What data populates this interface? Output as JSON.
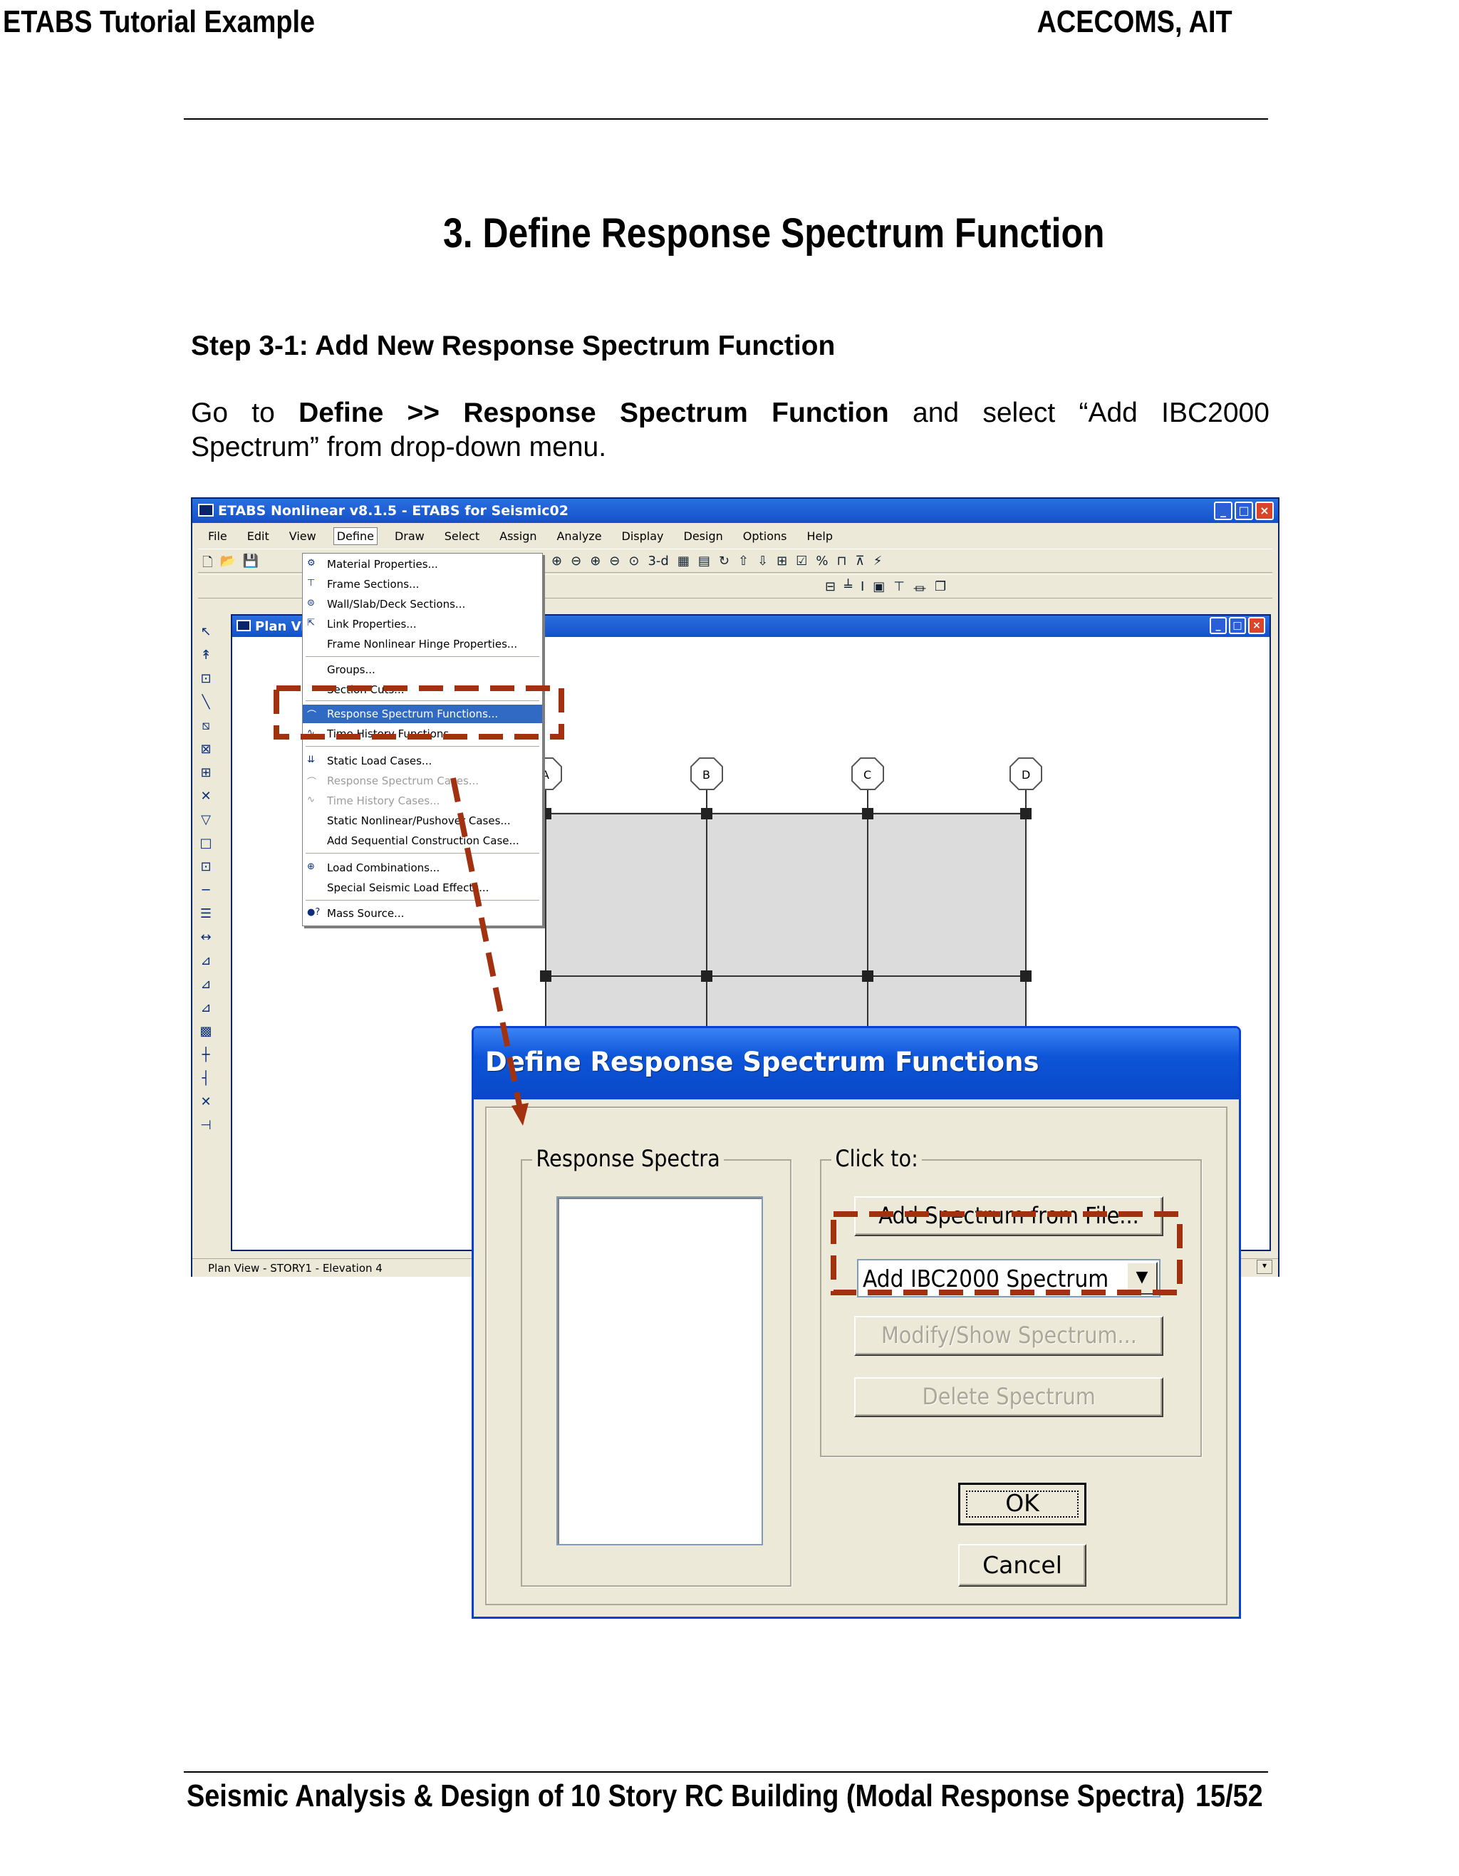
{
  "page": {
    "header_left": "ETABS Tutorial Example",
    "header_right": "ACECOMS, AIT",
    "section_title": "3.   Define Response Spectrum Function",
    "step_title": "Step 3-1: Add New Response Spectrum Function",
    "para_w1": "Go",
    "para_w2": "to",
    "para_bold": "Define",
    "para_sep": ">>",
    "para_bold2": "Response",
    "para_bold3": "Spectrum",
    "para_bold4": "Function",
    "para_w3": "and",
    "para_w4": "select",
    "para_w5": "“Add",
    "para_w6": "IBC2000",
    "para_line2": "Spectrum” from drop-down menu.",
    "footer_left": "Seismic Analysis & Design of 10 Story RC Building (Modal Response Spectra)",
    "footer_right": "15/52"
  },
  "etabs": {
    "window_title": "ETABS Nonlinear v8.1.5 - ETABS for Seismic02",
    "menu": [
      "File",
      "Edit",
      "View",
      "Define",
      "Draw",
      "Select",
      "Assign",
      "Analyze",
      "Display",
      "Design",
      "Options",
      "Help"
    ],
    "plan_title": "Plan Vi",
    "status_text": "Plan View - STORY1 - Elevation 4",
    "grid_labels": [
      "A",
      "B",
      "C",
      "D"
    ],
    "toolbar_text": "3-d"
  },
  "define_menu": {
    "items": [
      {
        "label": "Material Properties...",
        "state": "normal"
      },
      {
        "label": "Frame Sections...",
        "state": "normal"
      },
      {
        "label": "Wall/Slab/Deck Sections...",
        "state": "normal"
      },
      {
        "label": "Link Properties...",
        "state": "normal"
      },
      {
        "label": "Frame Nonlinear Hinge Properties...",
        "state": "normal"
      },
      {
        "label": "Groups...",
        "state": "normal"
      },
      {
        "label": "Section Cuts...",
        "state": "normal"
      },
      {
        "label": "Response Spectrum Functions...",
        "state": "selected"
      },
      {
        "label": "Time History Functions...",
        "state": "normal"
      },
      {
        "label": "Static Load Cases...",
        "state": "normal"
      },
      {
        "label": "Response Spectrum Cases...",
        "state": "disabled"
      },
      {
        "label": "Time History Cases...",
        "state": "disabled"
      },
      {
        "label": "Static Nonlinear/Pushover Cases...",
        "state": "normal"
      },
      {
        "label": "Add Sequential Construction Case...",
        "state": "normal"
      },
      {
        "label": "Load Combinations...",
        "state": "normal"
      },
      {
        "label": "Special Seismic Load Effects...",
        "state": "normal"
      },
      {
        "label": "Mass  Source...",
        "state": "normal"
      }
    ]
  },
  "dialog": {
    "title": "Define Response Spectrum Functions",
    "group_spectra": "Response Spectra",
    "group_click": "Click to:",
    "btn_add_file": "Add Spectrum from File...",
    "combo_value": "Add IBC2000 Spectrum",
    "btn_modify": "Modify/Show Spectrum...",
    "btn_delete": "Delete Spectrum",
    "btn_ok": "OK",
    "btn_cancel": "Cancel"
  },
  "colors": {
    "highlight_dashes": "#a2320f",
    "title_bar": "#0d55d8",
    "menu_selected": "#316ac5"
  }
}
